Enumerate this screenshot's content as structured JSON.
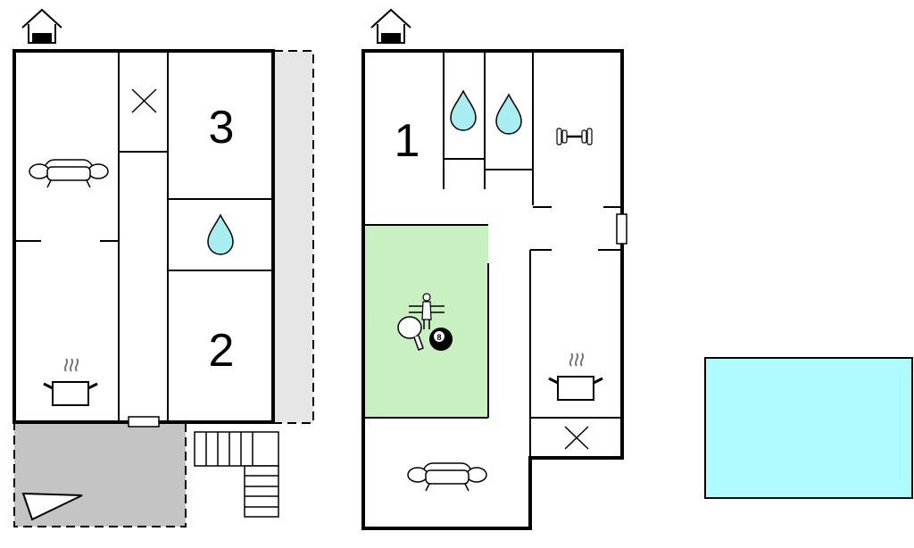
{
  "rooms": {
    "left_bedroom_top": "3",
    "left_bedroom_bottom": "2",
    "right_bedroom": "1"
  },
  "colors": {
    "water": "#a8eef0",
    "game_room": "#c9f0c1",
    "pool": "#aefcff",
    "terrace": "#c4c4c4",
    "covered_area": "#e6e6e6"
  },
  "icons": {
    "entrance": "house-entrance-icon",
    "sofa": "sofa-icon",
    "cooking": "cooking-pot-icon",
    "bathroom": "water-drop-icon",
    "toilet": "wc-cross-icon",
    "fitness": "dumbbell-icon",
    "table_tennis": "table-tennis-icon",
    "billiards": "billiard-ball-icon",
    "table_football": "table-football-icon",
    "stairs": "stairs-icon"
  },
  "billiard_ball_number": "8"
}
